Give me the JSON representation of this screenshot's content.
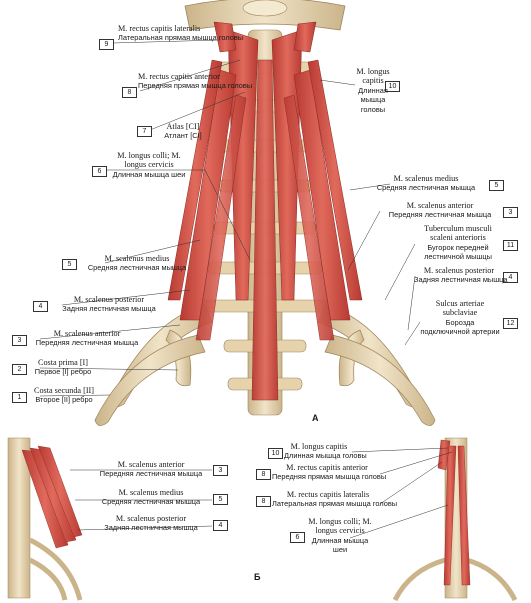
{
  "panel_markers": {
    "main": "А",
    "bottom": "Б"
  },
  "main_labels": [
    {
      "num": "9",
      "lat": "M. rectus capitis lateralis",
      "ru": "Латеральная прямая мышца головы"
    },
    {
      "num": "8",
      "lat": "M. rectus capitis anterior",
      "ru": "Передняя прямая мышца головы"
    },
    {
      "num": "7",
      "lat": "Atlas [CI]",
      "ru": "Атлант [CI]"
    },
    {
      "num": "6",
      "lat": "M. longus colli; M. longus cervicis",
      "ru": "Длинная мышца шеи"
    },
    {
      "num": "5",
      "lat": "M. scalenus medius",
      "ru": "Средняя лестничная мышца"
    },
    {
      "num": "4",
      "lat": "M. scalenus posterior",
      "ru": "Задняя лестничная мышца"
    },
    {
      "num": "3",
      "lat": "M. scalenus anterior",
      "ru": "Передняя лестничная мышца"
    },
    {
      "num": "2",
      "lat": "Costa prima [I]",
      "ru": "Первое [I] ребро"
    },
    {
      "num": "1",
      "lat": "Costa secunda [II]",
      "ru": "Второе [II] ребро"
    },
    {
      "num": "10",
      "lat": "M. longus capitis",
      "ru": "Длинная мышца головы"
    },
    {
      "num": "5",
      "lat": "M. scalenus medius",
      "ru": "Средняя лестничная мышца"
    },
    {
      "num": "3",
      "lat": "M. scalenus anterior",
      "ru": "Передняя лестничная мышца"
    },
    {
      "num": "11",
      "lat": "Tuberculum musculi scaleni anterioris",
      "ru": "Бугорок передней лестничной мышцы"
    },
    {
      "num": "4",
      "lat": "M. scalenus posterior",
      "ru": "Задняя лестничная мышца"
    },
    {
      "num": "12",
      "lat": "Sulcus arteriae subclaviae",
      "ru": "Борозда подключичной артерии"
    }
  ],
  "bottom_left_labels": [
    {
      "num": "3",
      "lat": "M. scalenus anterior",
      "ru": "Передняя лестничная мышца"
    },
    {
      "num": "5",
      "lat": "M. scalenus medius",
      "ru": "Средняя лестничная мышца"
    },
    {
      "num": "4",
      "lat": "M. scalenus posterior",
      "ru": "Задняя лестничная мышца"
    }
  ],
  "bottom_right_labels": [
    {
      "num": "10",
      "lat": "M. longus capitis",
      "ru": "Длинная мышца головы"
    },
    {
      "num": "8",
      "lat": "M. rectus capitis anterior",
      "ru": "Передняя прямая мышца головы"
    },
    {
      "num": "8",
      "lat": "M. rectus capitis lateralis",
      "ru": "Латеральная прямая мышца головы"
    },
    {
      "num": "6",
      "lat": "M. longus colli; M. longus cervicis",
      "ru": "Длинная мышца шеи"
    }
  ],
  "colors": {
    "muscle": "#c8443a",
    "muscle_light": "#e07a6e",
    "bone": "#e8d8b8",
    "bone_dark": "#b89c6c",
    "tendon": "#e8e4e8",
    "line": "#333333"
  }
}
